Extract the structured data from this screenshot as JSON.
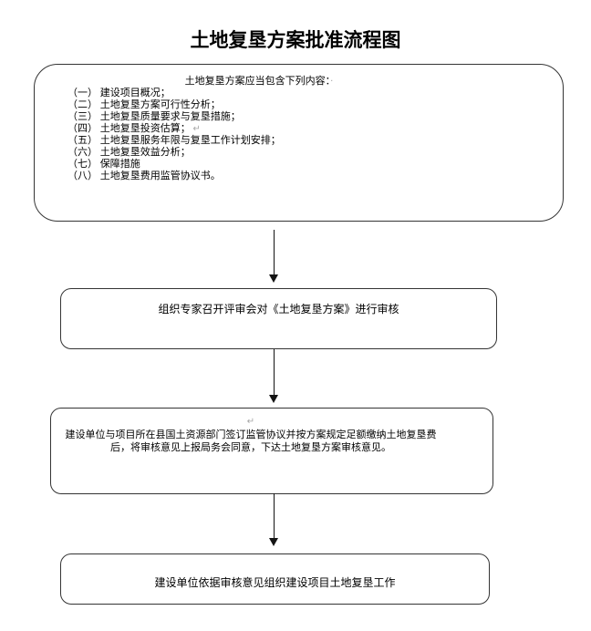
{
  "page_title": "土地复垦方案批准流程图",
  "marks": {
    "return_mark": "↵",
    "header_dot": "·"
  },
  "flow": {
    "content_box": {
      "header": "土地复垦方案应当包含下列内容：",
      "items": [
        "（一） 建设项目概况；",
        "（二） 土地复垦方案可行性分析；",
        "（三） 土地复垦质量要求与复垦措施；",
        "（四） 土地复垦投资估算；",
        "（五） 土地复垦服务年限与复垦工作计划安排；",
        "（六） 土地复垦效益分析；",
        "（七） 保障措施",
        "（八） 土地复垦费用监管协议书。"
      ]
    },
    "review_box": {
      "text": "组织专家召开评审会对《土地复垦方案》进行审核"
    },
    "agreement_box": {
      "line1": "建设单位与项目所在县国土资源部门签订监管协议并按方案规定足额缴纳土地复垦费",
      "line2": "后，将审核意见上报局务会同意，下达土地复垦方案审核意见。"
    },
    "implementation_box": {
      "text": "建设单位依据审核意见组织建设项目土地复垦工作"
    }
  }
}
